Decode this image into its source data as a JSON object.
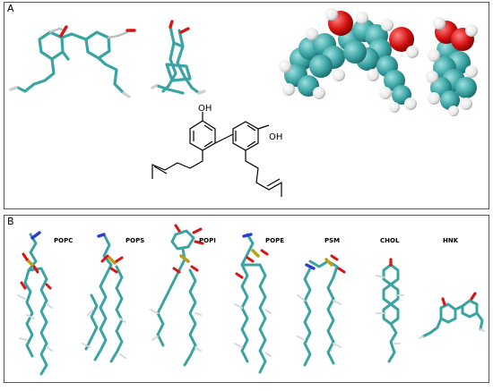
{
  "panel_a": {
    "label": "A",
    "structure": {
      "oh_top": "OH",
      "oh_right": "OH"
    }
  },
  "panel_b": {
    "label": "B",
    "molecules": [
      {
        "name": "POPC"
      },
      {
        "name": "POPS"
      },
      {
        "name": "POPI"
      },
      {
        "name": "POPE"
      },
      {
        "name": "PSM"
      },
      {
        "name": "CHOL"
      },
      {
        "name": "HNK"
      }
    ]
  },
  "colors": {
    "carbon": "#3fa8a8",
    "carbon_dark": "#237a7a",
    "oxygen": "#d81414",
    "hydrogen": "#e8e8e8",
    "nitrogen": "#2a3bd4",
    "phosphorus": "#b8a020",
    "frame": "#555555"
  }
}
